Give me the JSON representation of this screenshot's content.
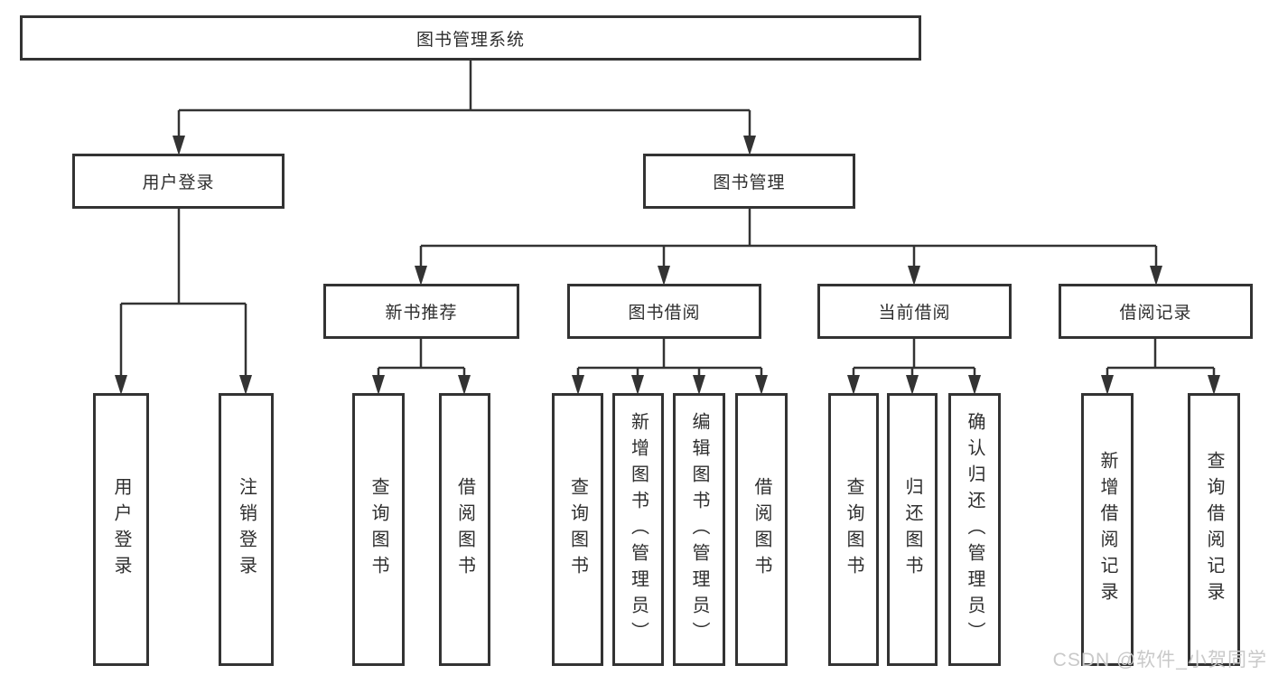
{
  "diagram": {
    "root": "图书管理系统",
    "branches": [
      {
        "label": "用户登录",
        "children": [
          "用户登录",
          "注销登录"
        ]
      },
      {
        "label": "图书管理",
        "sections": [
          {
            "label": "新书推荐",
            "children": [
              "查询图书",
              "借阅图书"
            ]
          },
          {
            "label": "图书借阅",
            "children": [
              "查询图书",
              "新增图书（管理员）",
              "编辑图书（管理员）",
              "借阅图书"
            ]
          },
          {
            "label": "当前借阅",
            "children": [
              "查询图书",
              "归还图书",
              "确认归还（管理员）"
            ]
          },
          {
            "label": "借阅记录",
            "children": [
              "新增借阅记录",
              "查询借阅记录"
            ]
          }
        ]
      }
    ]
  },
  "watermark": {
    "text": "CSDN @软件_小贺同学"
  },
  "colors": {
    "line": "#333333",
    "box_border": "#333333",
    "text": "#2e2e2e",
    "watermark": "#c9c9c9",
    "background": "#ffffff"
  }
}
